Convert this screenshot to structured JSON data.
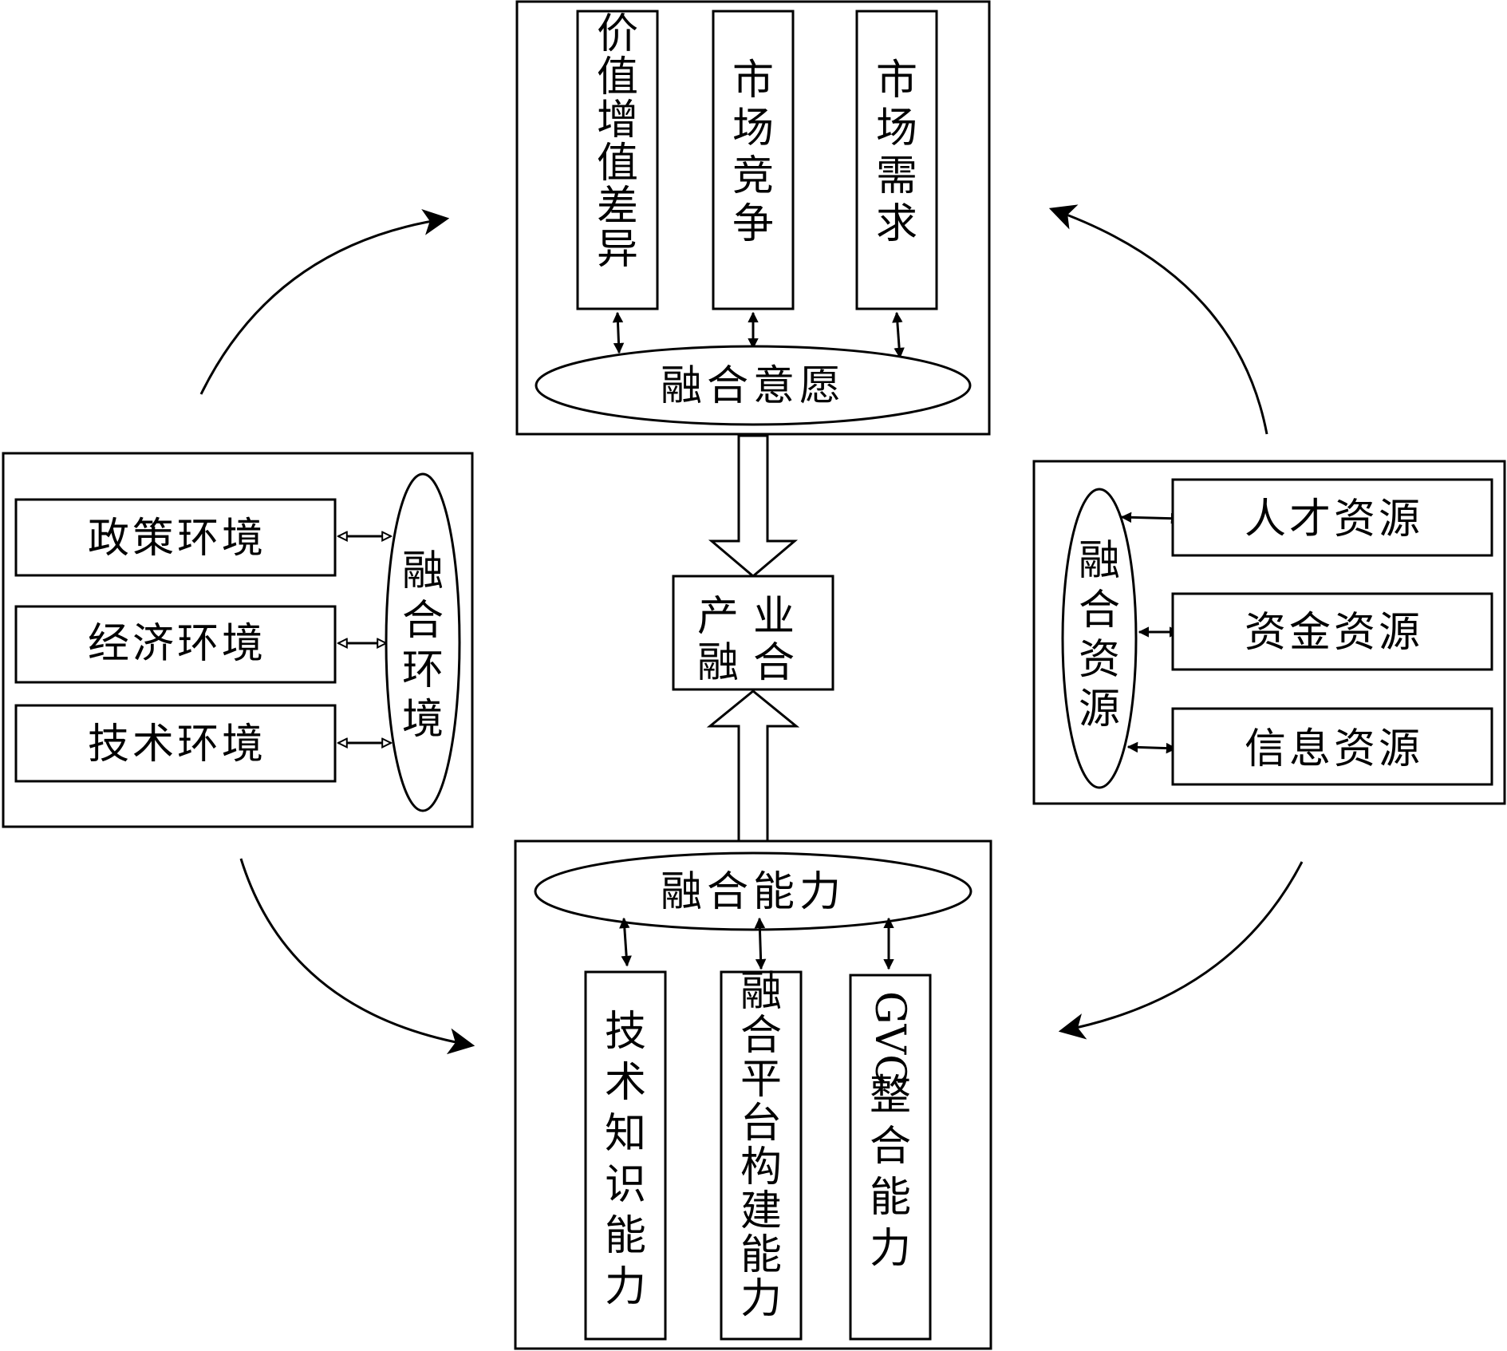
{
  "center": {
    "line1": "产业",
    "line2": "融合"
  },
  "top": {
    "ellipse": "融合意愿",
    "columns": [
      "价值增值差异",
      "市场竞争",
      "市场需求"
    ]
  },
  "bottom": {
    "ellipse": "融合能力",
    "columns": [
      "技术知识能力",
      "融合平台构建能力",
      "GVC整合能力"
    ]
  },
  "left": {
    "ellipse": "融合环境",
    "rows": [
      "政策环境",
      "经济环境",
      "技术环境"
    ]
  },
  "right": {
    "ellipse": "融合资源",
    "rows": [
      "人才资源",
      "资金资源",
      "信息资源"
    ]
  }
}
